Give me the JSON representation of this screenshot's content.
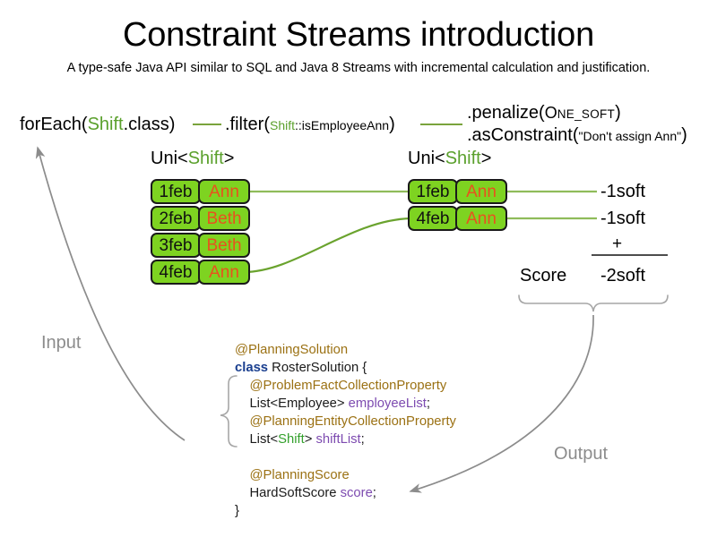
{
  "heading": {
    "title": "Constraint Streams introduction",
    "subtitle": "A type-safe Java API similar to SQL and Java 8 Streams with incremental calculation and justification."
  },
  "pipeline": {
    "foreach": {
      "prefix": "forEach(",
      "type": "Shift",
      "suffix": ".class)"
    },
    "filter": {
      "prefix": ".filter(",
      "arg": "Shift::isEmployeeAnn",
      "arg_type": "Shift",
      "arg_rest": "::isEmployeeAnn",
      "suffix": ")"
    },
    "penalize": {
      "prefix": ".penalize(",
      "arg": "ONE_SOFT",
      "arg_lead": "O",
      "arg_rest": "NE_SOFT",
      "suffix": ")"
    },
    "asconstraint": {
      "prefix": ".asConstraint(",
      "arg": "\"Don't assign Ann\"",
      "suffix": ")"
    }
  },
  "stream_labels": {
    "left": {
      "prefix": "Uni<",
      "type": "Shift",
      "suffix": ">"
    },
    "right": {
      "prefix": "Uni<",
      "type": "Shift",
      "suffix": ">"
    }
  },
  "shifts_input": [
    {
      "date": "1feb",
      "employee": "Ann"
    },
    {
      "date": "2feb",
      "employee": "Beth"
    },
    {
      "date": "3feb",
      "employee": "Beth"
    },
    {
      "date": "4feb",
      "employee": "Ann"
    }
  ],
  "shifts_filtered": [
    {
      "date": "1feb",
      "employee": "Ann"
    },
    {
      "date": "4feb",
      "employee": "Ann"
    }
  ],
  "score": {
    "penalty_1": "-1soft",
    "penalty_2": "-1soft",
    "operator": "+",
    "label": "Score",
    "total": "-2soft"
  },
  "captions": {
    "input": "Input",
    "output": "Output"
  },
  "code": {
    "lines": [
      {
        "indent": 0,
        "tokens": [
          {
            "t": "@PlanningSolution",
            "c": "anno"
          }
        ]
      },
      {
        "indent": 0,
        "tokens": [
          {
            "t": "class ",
            "c": "key"
          },
          {
            "t": "RosterSolution {",
            "c": "plain"
          }
        ]
      },
      {
        "indent": 1,
        "tokens": [
          {
            "t": "@ProblemFactCollectionProperty",
            "c": "anno"
          }
        ]
      },
      {
        "indent": 1,
        "tokens": [
          {
            "t": "List<Employee> ",
            "c": "plain"
          },
          {
            "t": "employeeList",
            "c": "field"
          },
          {
            "t": ";",
            "c": "plain"
          }
        ]
      },
      {
        "indent": 1,
        "tokens": [
          {
            "t": "@PlanningEntityCollectionProperty",
            "c": "anno"
          }
        ]
      },
      {
        "indent": 1,
        "tokens": [
          {
            "t": "List<",
            "c": "plain"
          },
          {
            "t": "Shift",
            "c": "green"
          },
          {
            "t": "> ",
            "c": "plain"
          },
          {
            "t": "shiftList",
            "c": "field"
          },
          {
            "t": ";",
            "c": "plain"
          }
        ]
      },
      {
        "indent": 0,
        "tokens": []
      },
      {
        "indent": 1,
        "tokens": [
          {
            "t": "@PlanningScore",
            "c": "anno"
          }
        ]
      },
      {
        "indent": 1,
        "tokens": [
          {
            "t": "HardSoftScore ",
            "c": "plain"
          },
          {
            "t": "score",
            "c": "field"
          },
          {
            "t": ";",
            "c": "plain"
          }
        ]
      },
      {
        "indent": 0,
        "tokens": [
          {
            "t": "}",
            "c": "plain"
          }
        ]
      }
    ]
  },
  "colors": {
    "shift_fill": "#7ed321",
    "shift_border": "#1a1a1a",
    "employee_text": "#e8521e",
    "stream_green": "#8fbc5a",
    "type_green": "#5aa02c",
    "arrow_gray": "#8c8c8c",
    "annotation_gold": "#9b7113",
    "keyword_blue": "#1a3f8f",
    "field_purple": "#7d4bb0"
  }
}
